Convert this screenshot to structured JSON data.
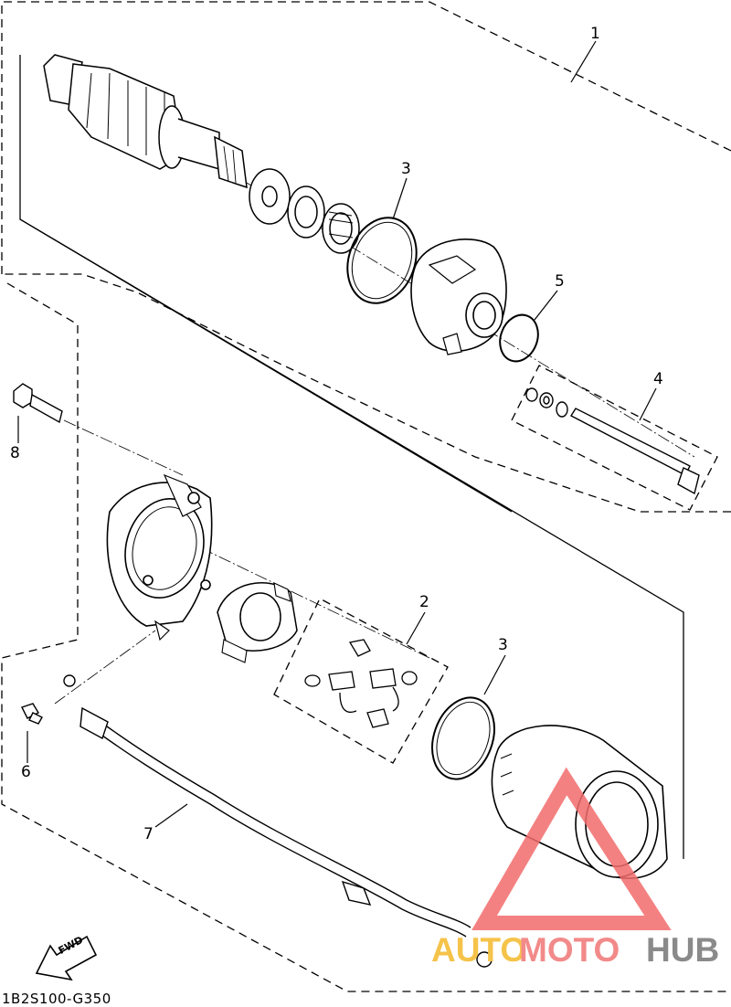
{
  "diagram": {
    "diagram_code": "1B2S100-G350",
    "direction_badge": "FWD",
    "callouts": [
      {
        "id": "c1",
        "text": "1"
      },
      {
        "id": "c3a",
        "text": "3"
      },
      {
        "id": "c5",
        "text": "5"
      },
      {
        "id": "c4",
        "text": "4"
      },
      {
        "id": "c8",
        "text": "8"
      },
      {
        "id": "c2",
        "text": "2"
      },
      {
        "id": "c3b",
        "text": "3"
      },
      {
        "id": "c6",
        "text": "6"
      },
      {
        "id": "c7",
        "text": "7"
      }
    ],
    "watermark": {
      "part_auto": "AUTO",
      "part_moto": "MOTO",
      "part_hub": "HUB",
      "colors": {
        "auto": "#f5c34a",
        "moto": "#f28a8a",
        "hub": "#8a8a8a",
        "triangle": "#f26b6b"
      }
    }
  }
}
